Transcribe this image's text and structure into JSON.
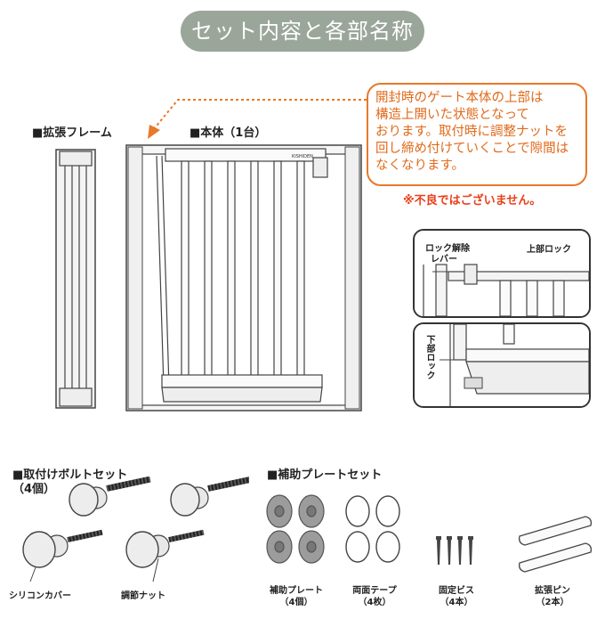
{
  "title": "セット内容と各部名称",
  "extension_frame_label": "■拡張フレーム",
  "main_body_label": "■本体（1台）",
  "callout_lines": [
    "開封時のゲート本体の上部は",
    "構造上開いた状態となって",
    "おります。取付時に調整ナットを",
    "回し締め付けていくことで隙間は",
    "なくなります。"
  ],
  "notice": "※不良ではございません。",
  "gate_brand": "KISHIDEN",
  "detail_upper": {
    "release_lever_label_line1": "ロック解除",
    "release_lever_label_line2": "レバー",
    "upper_lock_label": "上部ロック"
  },
  "detail_lower": {
    "lower_lock_label": "下部ロック"
  },
  "bolt_set_label": "■取付けボルトセット",
  "bolt_set_count": "（4個）",
  "silicone_cover_label": "シリコンカバー",
  "adjust_nut_label": "調節ナット",
  "plate_set_label": "■補助プレートセット",
  "items": {
    "plates": {
      "name": "補助プレート",
      "count": "（4個）"
    },
    "tape": {
      "name": "両面テープ",
      "count": "（4枚）"
    },
    "screws": {
      "name": "固定ビス",
      "count": "（4本）"
    },
    "pins": {
      "name": "拡張ピン",
      "count": "（2本）"
    }
  },
  "colors": {
    "title_bg": "#9aa69a",
    "callout_border": "#e8782a",
    "callout_text": "#e06a1a",
    "notice_text": "#e8401a"
  }
}
